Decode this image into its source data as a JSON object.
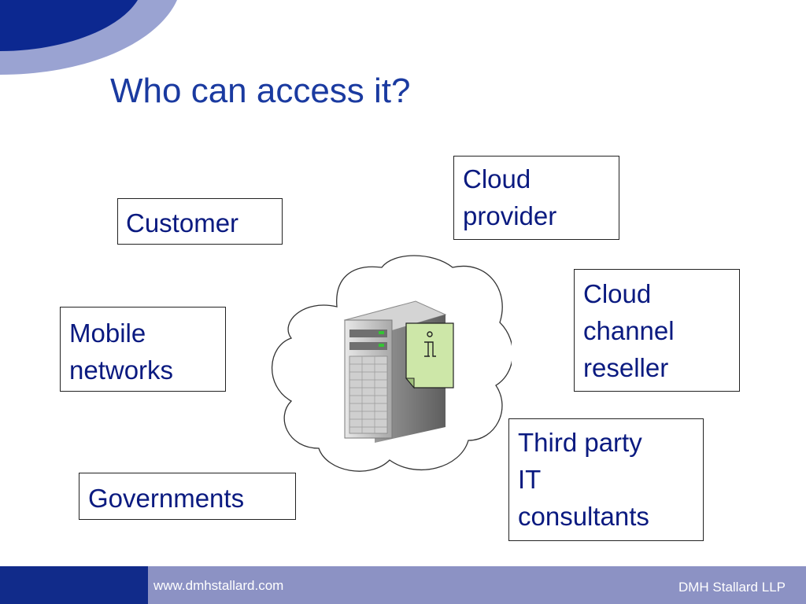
{
  "slide": {
    "title": "Who can access it?"
  },
  "labels": {
    "customer": "Customer",
    "mobile_networks": "Mobile\nnetworks",
    "governments": "Governments",
    "cloud_provider": "Cloud\nprovider",
    "cloud_channel_reseller": "Cloud\nchannel\nreseller",
    "third_party": "Third party\nIT\nconsultants"
  },
  "footer": {
    "url": "www.dmhstallard.com",
    "company": "DMH Stallard LLP"
  },
  "colors": {
    "title": "#1a3aa0",
    "label_text": "#0a1a80",
    "footer_dark": "#112b8a",
    "footer_light": "#8c92c4"
  },
  "icons": [
    "cloud-icon",
    "server-icon",
    "info-document-icon"
  ]
}
